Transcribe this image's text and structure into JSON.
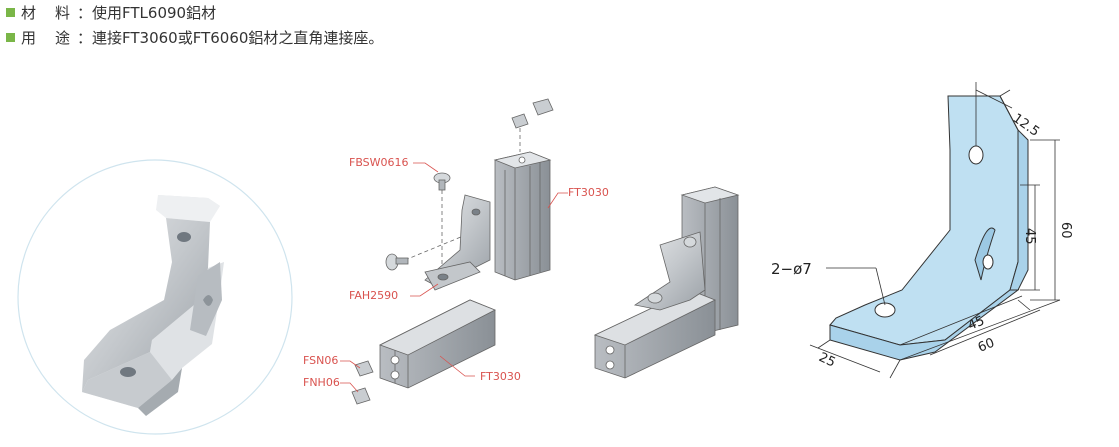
{
  "specs": [
    {
      "label": "材　料",
      "sep": "：",
      "value": "使用FTL6090鋁材"
    },
    {
      "label": "用　途",
      "sep": "：",
      "value": "連接FT3060或FT6060鋁材之直角連接座。"
    }
  ],
  "callouts": {
    "fbsw": "FBSW0616",
    "ft3030_top": "FT3030",
    "fah": "FAH2590",
    "fsn": "FSN06",
    "fnh": "FNH06",
    "ft3030_bottom": "FT3030"
  },
  "dimensions": {
    "d12_5": "12.5",
    "d60_v": "60",
    "d45_v": "45",
    "d45_h": "45",
    "d60_h": "60",
    "d25": "25",
    "hole": "2−ø7"
  },
  "colors": {
    "bullet": "#7ab648",
    "callout": "#d9534f",
    "bracket_fill": "#bfe0f2"
  }
}
